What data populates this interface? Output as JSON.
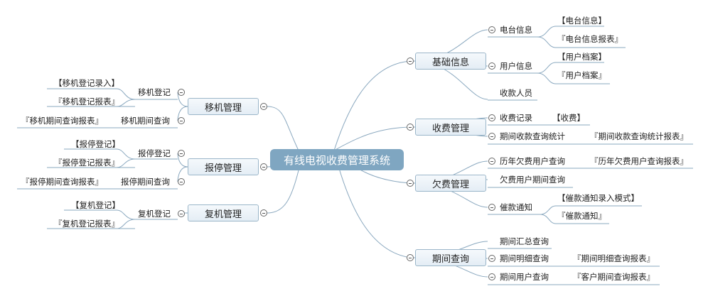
{
  "root": "有线电视收费管理系统",
  "right": {
    "basic": {
      "label": "基础信息",
      "station": {
        "label": "电台信息",
        "items": [
          "【电台信息】",
          "『电台信息报表』"
        ]
      },
      "user": {
        "label": "用户信息",
        "items": [
          "【用户档案】",
          "『用户档案』"
        ]
      },
      "collector": "收款人员"
    },
    "fees": {
      "label": "收费管理",
      "record": {
        "label": "收费记录",
        "item": "【收费】"
      },
      "period_stats": {
        "label": "期间收款查询统计",
        "item": "『期间收款查询统计报表』"
      }
    },
    "arrears": {
      "label": "欠费管理",
      "history": {
        "label": "历年欠费用户查询",
        "item": "『历年欠费用户查询报表』"
      },
      "period": "欠费用户期间查询",
      "notice": {
        "label": "催款通知",
        "items": [
          "【催款通知录入模式】",
          "『催款通知』"
        ]
      }
    },
    "period_query": {
      "label": "期间查询",
      "summary": "期间汇总查询",
      "detail": {
        "label": "期间明细查询",
        "item": "『期间明细查询报表』"
      },
      "users": {
        "label": "期间用户查询",
        "item": "『客户期间查询报表』"
      }
    }
  },
  "left": {
    "move": {
      "label": "移机管理",
      "register": {
        "label": "移机登记",
        "items": [
          "【移机登记录入】",
          "『移机登记报表』"
        ]
      },
      "period": {
        "label": "移机期间查询",
        "item": "『移机期间查询报表』"
      }
    },
    "suspend": {
      "label": "报停管理",
      "register": {
        "label": "报停登记",
        "items": [
          "【报停登记】",
          "『报停登记报表』"
        ]
      },
      "period": {
        "label": "报停期间查询",
        "item": "『报停期间查询报表』"
      }
    },
    "resume": {
      "label": "复机管理",
      "register": {
        "label": "复机登记",
        "items": [
          "【复机登记】",
          "『复机登记报表』"
        ]
      }
    }
  },
  "colors": {
    "line": "#8aa8bf",
    "root_fill": "#7fa6c1",
    "box_border": "#9bb6c9"
  }
}
